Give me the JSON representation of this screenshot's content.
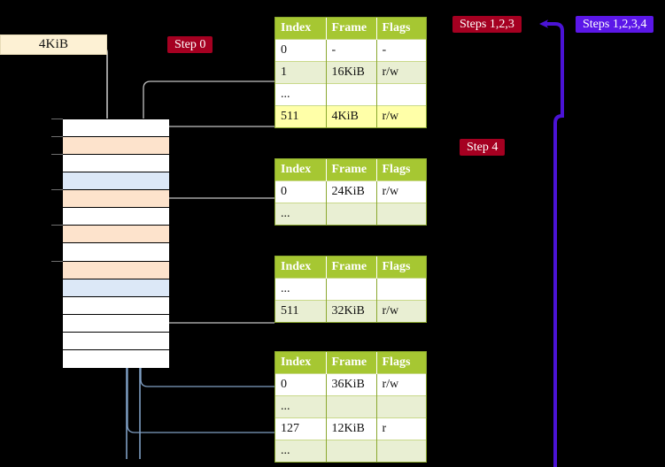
{
  "diagram": {
    "title_banner": {
      "label": "4KiB"
    },
    "badges": [
      {
        "id": "step0",
        "label": "Step 0",
        "color": "#a50021"
      },
      {
        "id": "steps123",
        "label": "Steps 1,2,3",
        "color": "#a50021"
      },
      {
        "id": "steps1234",
        "label": "Steps 1,2,3,4",
        "color": "#5b17e8"
      },
      {
        "id": "step4",
        "label": "Step 4",
        "color": "#a50021"
      }
    ],
    "memory_column": {
      "rows": [
        {
          "fill": "white"
        },
        {
          "fill": "peach"
        },
        {
          "fill": "white"
        },
        {
          "fill": "blue"
        },
        {
          "fill": "peach"
        },
        {
          "fill": "white"
        },
        {
          "fill": "peach"
        },
        {
          "fill": "white"
        },
        {
          "fill": "peach"
        },
        {
          "fill": "blue"
        },
        {
          "fill": "white"
        },
        {
          "fill": "white"
        },
        {
          "fill": "white"
        },
        {
          "fill": "white"
        }
      ],
      "tick_rows": [
        0,
        1,
        2,
        4,
        6,
        8
      ],
      "colors": {
        "peach": "#fde3cc",
        "blue": "#dce8f7",
        "white": "#ffffff"
      }
    },
    "tables": [
      {
        "id": "pml4",
        "headers": [
          "Index",
          "Frame",
          "Flags"
        ],
        "rows": [
          {
            "cells": [
              "0",
              "-",
              "-"
            ],
            "style": "plain"
          },
          {
            "cells": [
              "1",
              "16KiB",
              "r/w"
            ],
            "style": "alt"
          },
          {
            "cells": [
              "...",
              "",
              ""
            ],
            "style": "plain"
          },
          {
            "cells": [
              "511",
              "4KiB",
              "r/w"
            ],
            "style": "hl"
          }
        ]
      },
      {
        "id": "pdpt",
        "headers": [
          "Index",
          "Frame",
          "Flags"
        ],
        "rows": [
          {
            "cells": [
              "0",
              "24KiB",
              "r/w"
            ],
            "style": "plain"
          },
          {
            "cells": [
              "...",
              "",
              ""
            ],
            "style": "alt"
          }
        ]
      },
      {
        "id": "pd",
        "headers": [
          "Index",
          "Frame",
          "Flags"
        ],
        "rows": [
          {
            "cells": [
              "...",
              "",
              ""
            ],
            "style": "plain"
          },
          {
            "cells": [
              "511",
              "32KiB",
              "r/w"
            ],
            "style": "alt"
          }
        ]
      },
      {
        "id": "pt",
        "headers": [
          "Index",
          "Frame",
          "Flags"
        ],
        "rows": [
          {
            "cells": [
              "0",
              "36KiB",
              "r/w"
            ],
            "style": "plain"
          },
          {
            "cells": [
              "...",
              "",
              ""
            ],
            "style": "alt"
          },
          {
            "cells": [
              "127",
              "12KiB",
              "r"
            ],
            "style": "plain"
          },
          {
            "cells": [
              "...",
              "",
              ""
            ],
            "style": "alt"
          }
        ]
      }
    ],
    "wire_colors": {
      "gray": "#b3b3b3",
      "blue": "#7f9fc4",
      "violet": "#4b13d6"
    }
  }
}
